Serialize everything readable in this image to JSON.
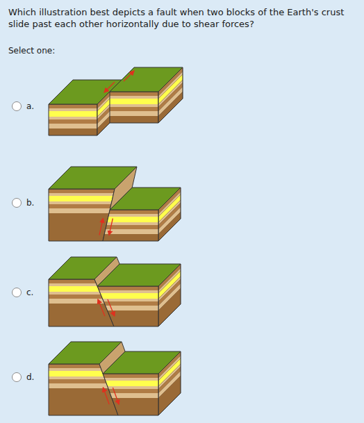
{
  "diagram": {
    "title": "Which illustration best depicts a fault when two blocks of the Earth's crust slide past each other horizontally due to shear forces?",
    "labels": [
      "Select one:",
      "a.",
      "b.",
      "c.",
      "d."
    ]
  }
}
